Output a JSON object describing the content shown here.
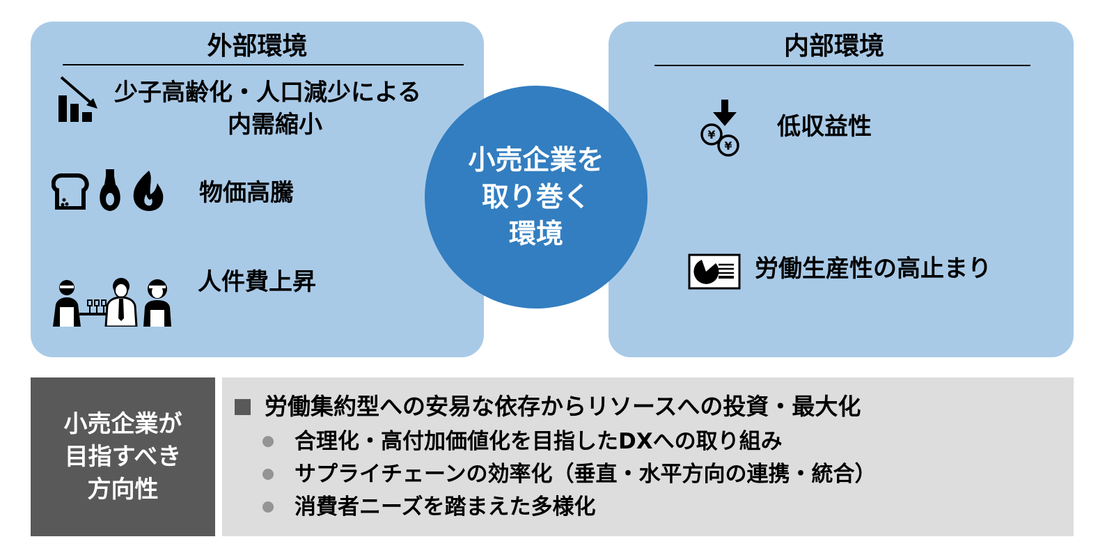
{
  "colors": {
    "panel_bg": "#a9cae7",
    "circle_bg": "#337ec0",
    "direction_label_bg": "#595959",
    "direction_content_bg": "#dddddd",
    "sub_bullet": "#949494",
    "main_bullet": "#595959"
  },
  "center": {
    "label": "小売企業を\n取り巻く\n環境"
  },
  "external": {
    "title": "外部環境",
    "items": [
      {
        "icon": "declining-bar-chart-icon",
        "text_line1": "少子高齢化・人口減少による",
        "text_line2": "内需縮小"
      },
      {
        "icon": "bread-bottle-fire-icons",
        "text": "物価高騰"
      },
      {
        "icon": "staff-workers-icons",
        "text": "人件費上昇"
      }
    ]
  },
  "internal": {
    "title": "内部環境",
    "items": [
      {
        "icon": "yen-coins-down-arrow-icon",
        "text": "低収益性"
      },
      {
        "icon": "pie-chart-report-icon",
        "text": "労働生産性の高止まり"
      }
    ]
  },
  "direction": {
    "label": "小売企業が\n目指すべき\n方向性",
    "main_point": "労働集約型への安易な依存からリソースへの投資・最大化",
    "sub_points": [
      "合理化・高付加価値化を目指したDXへの取り組み",
      "サプライチェーンの効率化（垂直・水平方向の連携・統合）",
      "消費者ニーズを踏まえた多様化"
    ]
  }
}
